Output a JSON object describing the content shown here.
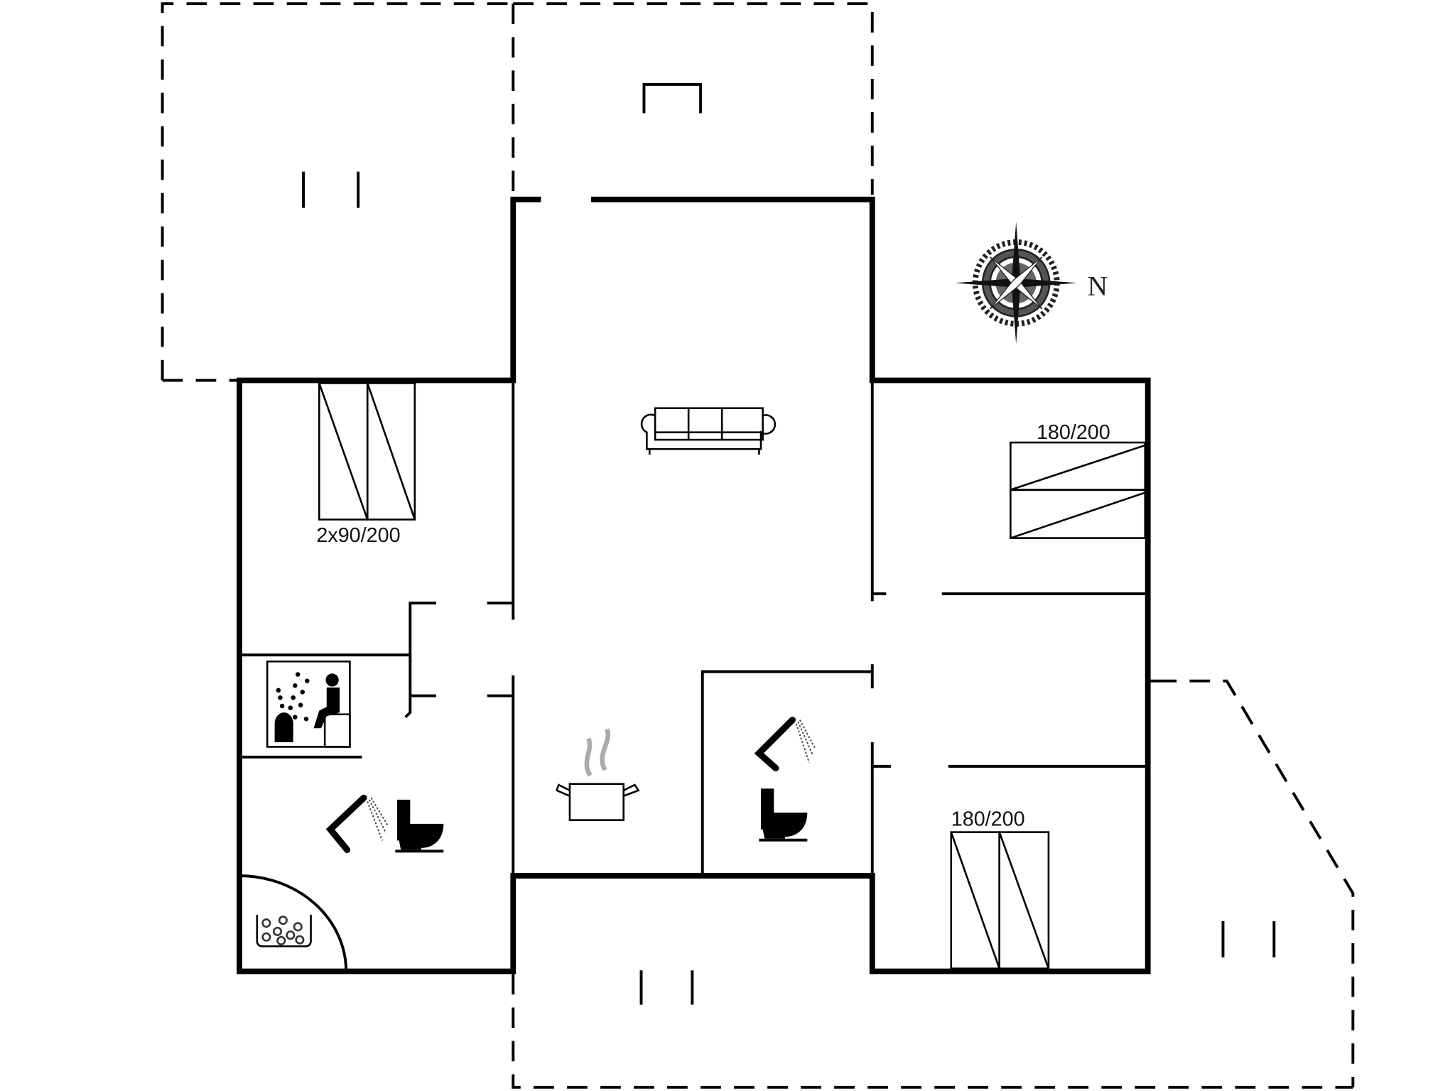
{
  "floorplan": {
    "colors": {
      "wall": "#000000",
      "background": "#ffffff",
      "steam": "#aaaaaa"
    },
    "compass": {
      "label": "N",
      "icon": "compass-rose-icon"
    },
    "rooms": {
      "bedroom_left": {
        "bed_label": "2x90/200",
        "icon": "twin-beds-icon"
      },
      "bedroom_right_top": {
        "bed_label": "180/200",
        "icon": "double-bed-icon"
      },
      "bedroom_right_bottom": {
        "bed_label": "180/200",
        "icon": "double-bed-icon"
      },
      "living": {
        "icon": "sofa-icon"
      },
      "kitchen": {
        "icon": "cooking-pot-icon"
      },
      "sauna": {
        "icon": "sauna-icon"
      },
      "bathroom_left": {
        "icons": [
          "shower-icon",
          "toilet-icon",
          "whirlpool-icon"
        ]
      },
      "bathroom_center": {
        "icons": [
          "shower-icon",
          "toilet-icon"
        ]
      }
    },
    "terraces": [
      "terrace-top-left",
      "terrace-top-center",
      "terrace-bottom",
      "terrace-right"
    ]
  }
}
